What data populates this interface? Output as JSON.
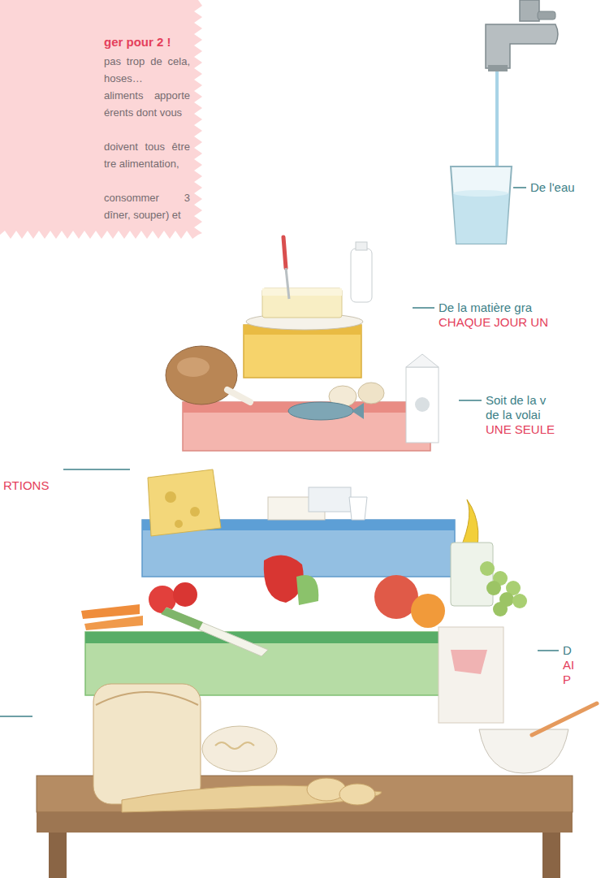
{
  "diagram": {
    "nodes": [
      {
        "text": [
          "ger pour 2 !",
          "pas trop de cela, hoses…",
          "aliments apporte érents dont vous",
          "doivent tous être tre alimentation,",
          "consommer 3 dîner, souper) et"
        ]
      }
    ],
    "labels": [
      "De l'eau",
      "De la matière gra",
      "CHAQUE JOUR UN",
      "Soit de la v",
      "de la volai",
      "UNE SEULE",
      "RTIONS",
      "D",
      "AI",
      "P"
    ]
  }
}
